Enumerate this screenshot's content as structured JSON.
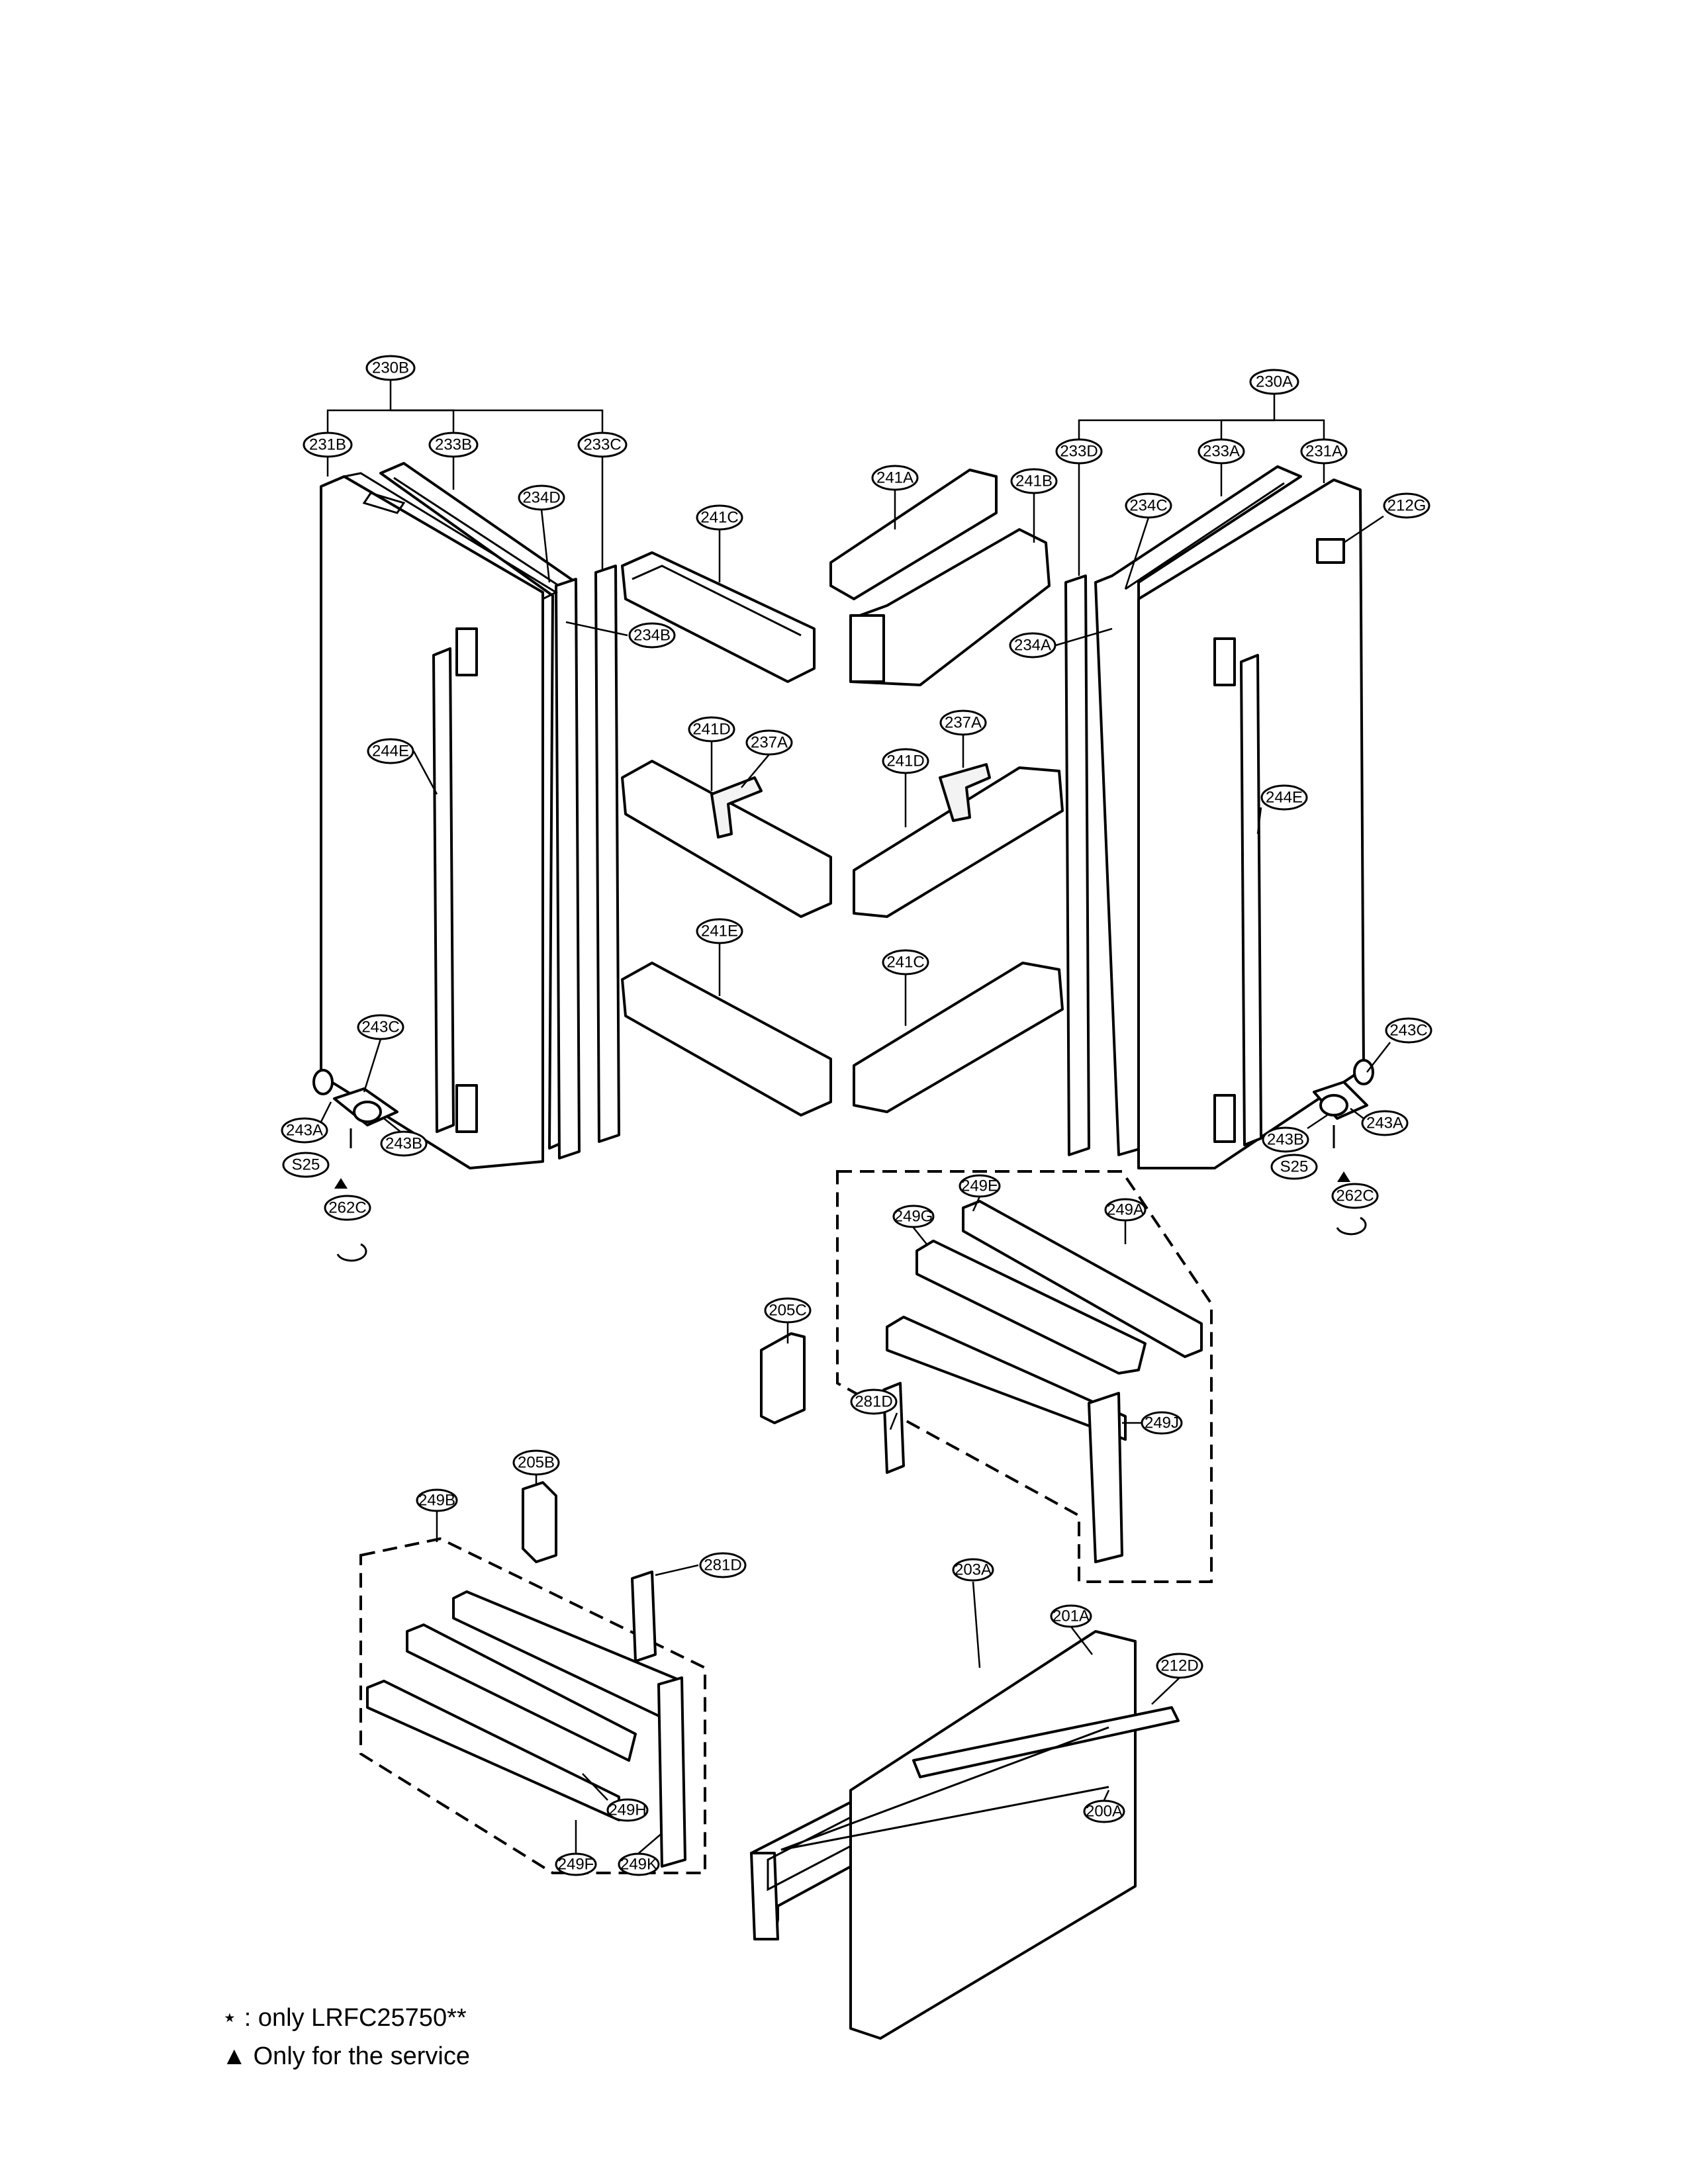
{
  "labels": {
    "l230B": "230B",
    "l231B": "231B",
    "l233B": "233B",
    "l233C": "233C",
    "l234D": "234D",
    "l234B": "234B",
    "l244E_left": "244E",
    "l243C_left": "243C",
    "l243A_left": "243A",
    "l243B_left": "243B",
    "lS25_left": "S25",
    "l262C_left": "262C",
    "l241C_top": "241C",
    "l241A": "241A",
    "l241B": "241B",
    "l241D_left": "241D",
    "l237A_left": "237A",
    "l237A_right": "237A",
    "l241D_right": "241D",
    "l241E": "241E",
    "l241C_bottom": "241C",
    "l230A": "230A",
    "l233D": "233D",
    "l233A": "233A",
    "l231A": "231A",
    "l234C": "234C",
    "l212G": "212G",
    "l234A": "234A",
    "l244E_right": "244E",
    "l243C_right": "243C",
    "l243B_right": "243B",
    "l243A_right": "243A",
    "lS25_right": "S25",
    "l262C_right": "262C",
    "l249E": "249E",
    "l249G": "249G",
    "l249A": "249A",
    "l205C": "205C",
    "l281D_upper": "281D",
    "l249J": "249J",
    "l205B": "205B",
    "l249B": "249B",
    "l281D_lower": "281D",
    "l249H": "249H",
    "l249F": "249F",
    "l249K": "249K",
    "l203A": "203A",
    "l201A": "201A",
    "l212D": "212D",
    "l200A": "200A"
  },
  "notes": {
    "star_symbol": "⋆",
    "star_text": ": only LRFC25750**",
    "triangle_symbol": "▲",
    "triangle_text": "Only for the service"
  }
}
